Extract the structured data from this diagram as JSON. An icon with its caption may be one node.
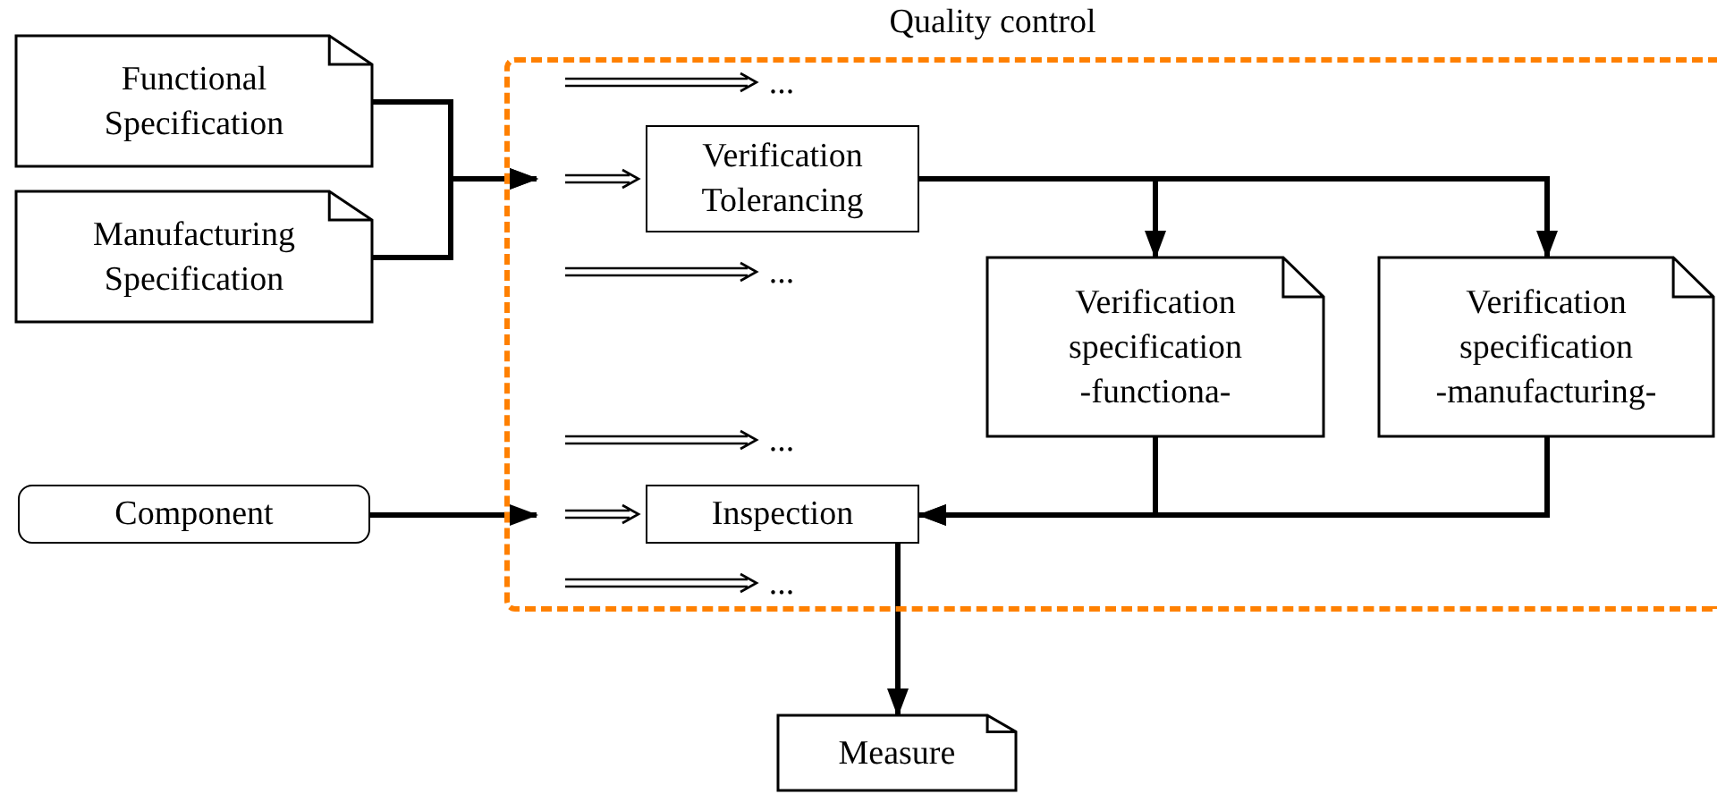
{
  "diagram": {
    "nodes": [
      {
        "text": [
          "Quality control"
        ]
      },
      {
        "text": [
          "Functional Specification"
        ]
      },
      {
        "text": [
          "Manufacturing Specification"
        ]
      },
      {
        "text": [
          "Component"
        ]
      },
      {
        "text": [
          "..."
        ],
        "in": 0
      },
      {
        "text": [
          "Verification Tolerancing"
        ],
        "in": 0
      },
      {
        "text": [
          "..."
        ],
        "in": 0
      },
      {
        "text": [
          "..."
        ],
        "in": 0
      },
      {
        "text": [
          "Inspection"
        ],
        "in": 0
      },
      {
        "text": [
          "..."
        ],
        "in": 0
      },
      {
        "text": [
          "Verification specification -functiona-"
        ],
        "in": 0
      },
      {
        "text": [
          "Verification specification -manufacturing-"
        ],
        "in": 0
      },
      {
        "text": [
          "Measure"
        ]
      }
    ],
    "edges": [
      {
        "from": 1,
        "to": 0,
        "arrow": "to"
      },
      {
        "from": 2,
        "to": 0,
        "arrow": "to"
      },
      {
        "from": 3,
        "to": 0,
        "arrow": "to"
      },
      {
        "from": null,
        "to": 4,
        "arrow": "to"
      },
      {
        "from": null,
        "to": 5,
        "arrow": "to"
      },
      {
        "from": null,
        "to": 6,
        "arrow": "to"
      },
      {
        "from": null,
        "to": 7,
        "arrow": "to"
      },
      {
        "from": null,
        "to": 8,
        "arrow": "to"
      },
      {
        "from": null,
        "to": 9,
        "arrow": "to"
      },
      {
        "from": 5,
        "to": 10,
        "arrow": "to"
      },
      {
        "from": 5,
        "to": 11,
        "arrow": "to"
      },
      {
        "from": 10,
        "to": 8,
        "arrow": "to"
      },
      {
        "from": 11,
        "to": 8,
        "arrow": "to"
      },
      {
        "from": 8,
        "to": 12,
        "arrow": "to"
      }
    ]
  }
}
